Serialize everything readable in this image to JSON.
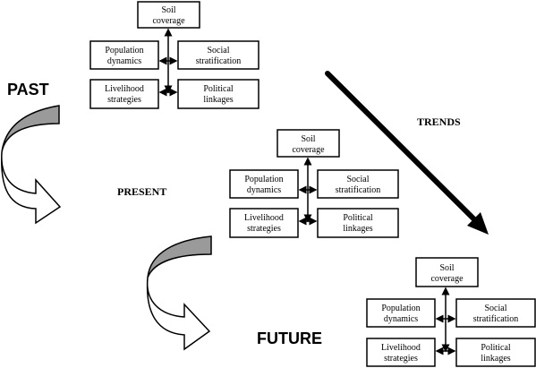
{
  "phases": {
    "past": "PAST",
    "present": "PRESENT",
    "future": "FUTURE"
  },
  "trends_label": "TRENDS",
  "groups": [
    {
      "soil": [
        "Soil",
        "coverage"
      ],
      "population": [
        "Population",
        "dynamics"
      ],
      "social": [
        "Social",
        "stratification"
      ],
      "livelihood": [
        "Livelihood",
        "strategies"
      ],
      "political": [
        "Political",
        "linkages"
      ]
    },
    {
      "soil": [
        "Soil",
        "coverage"
      ],
      "population": [
        "Population",
        "dynamics"
      ],
      "social": [
        "Social",
        "stratification"
      ],
      "livelihood": [
        "Livelihood",
        "strategies"
      ],
      "political": [
        "Political",
        "linkages"
      ]
    },
    {
      "soil": [
        "Soil",
        "coverage"
      ],
      "population": [
        "Population",
        "dynamics"
      ],
      "social": [
        "Social",
        "stratification"
      ],
      "livelihood": [
        "Livelihood",
        "strategies"
      ],
      "political": [
        "Political",
        "linkages"
      ]
    }
  ],
  "colors": {
    "curve_arrow_fill": "#9a9a9a",
    "stroke": "#000000"
  }
}
